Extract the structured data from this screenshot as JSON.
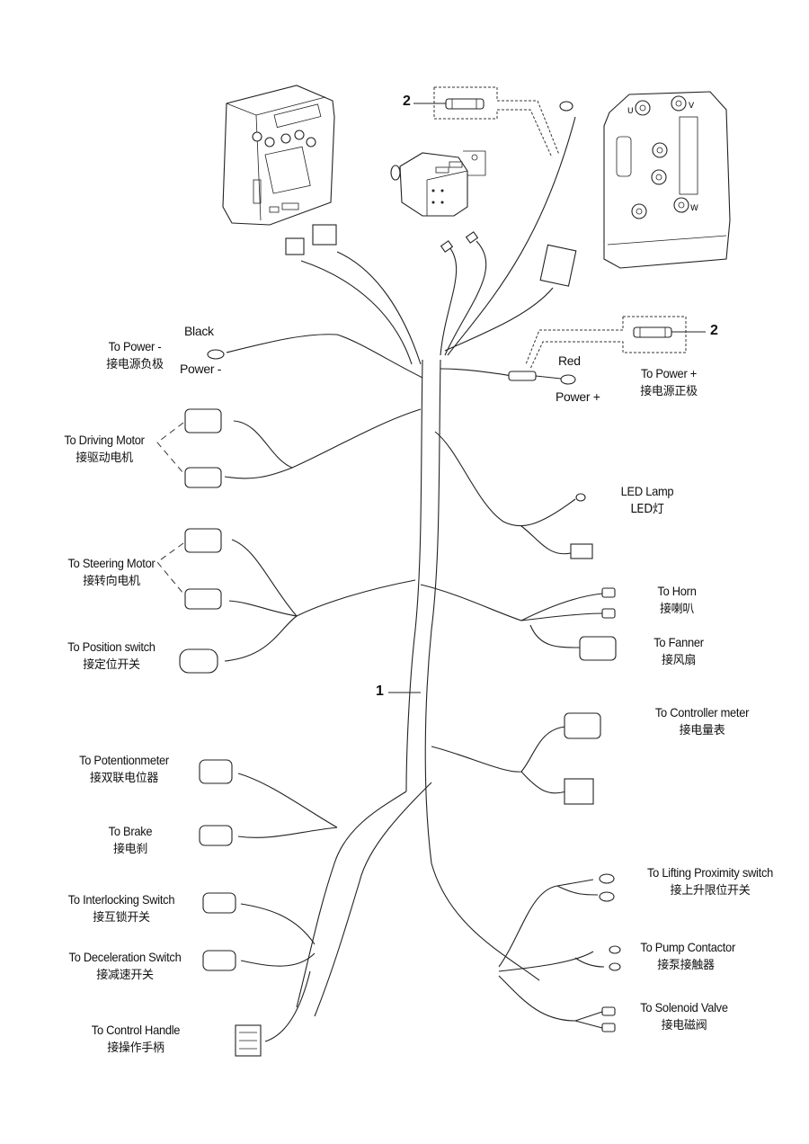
{
  "diagram": {
    "title": "",
    "callouts": {
      "harness": "1",
      "fuse_top": "2",
      "fuse_right": "2"
    },
    "power_neg": {
      "wire_color": "Black",
      "terminal": "Power -",
      "en": "To Power -",
      "zh": "接电源负极"
    },
    "power_pos": {
      "wire_color": "Red",
      "terminal": "Power +",
      "en": "To Power +",
      "zh": "接电源正极"
    },
    "left_labels": [
      {
        "id": "driving-motor",
        "en": "To Driving Motor",
        "zh": "接驱动电机"
      },
      {
        "id": "steering-motor",
        "en": "To Steering Motor",
        "zh": "接转向电机"
      },
      {
        "id": "position-switch",
        "en": "To Position switch",
        "zh": "接定位开关"
      },
      {
        "id": "potentiometer",
        "en": "To Potentionmeter",
        "zh": "接双联电位器"
      },
      {
        "id": "brake",
        "en": "To  Brake",
        "zh": "接电刹"
      },
      {
        "id": "interlocking-switch",
        "en": "To Interlocking Switch",
        "zh": "接互锁开关"
      },
      {
        "id": "deceleration-switch",
        "en": "To Deceleration Switch",
        "zh": "接减速开关"
      },
      {
        "id": "control-handle",
        "en": "To Control Handle",
        "zh": "接操作手柄"
      }
    ],
    "right_labels": [
      {
        "id": "led-lamp",
        "en": "LED Lamp",
        "zh": "LED灯"
      },
      {
        "id": "horn",
        "en": "To Horn",
        "zh": "接喇叭"
      },
      {
        "id": "fanner",
        "en": "To Fanner",
        "zh": "接风扇"
      },
      {
        "id": "controller-meter",
        "en": "To Controller meter",
        "zh": "接电量表"
      },
      {
        "id": "lifting-proximity-switch",
        "en": "To  Lifting Proximity switch",
        "zh": "接上升限位开关"
      },
      {
        "id": "pump-contactor",
        "en": "To Pump Contactor",
        "zh": "接泵接触器"
      },
      {
        "id": "solenoid-valve",
        "en": "To Solenoid Valve",
        "zh": "接电磁阀"
      }
    ]
  }
}
